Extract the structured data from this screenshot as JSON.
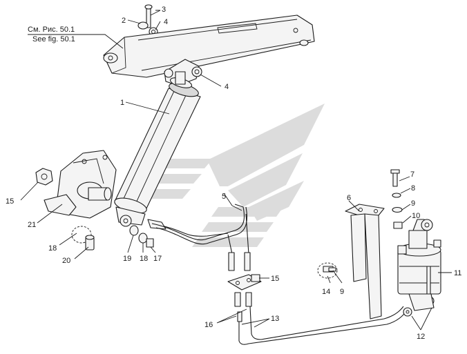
{
  "reference": {
    "ru": "См. Рис. 50.1",
    "en": "See fig. 50.1"
  },
  "callouts": {
    "c1": "1",
    "c2": "2",
    "c3": "3",
    "c4a": "4",
    "c4b": "4",
    "c5": "5",
    "c6": "6",
    "c7": "7",
    "c8": "8",
    "c9a": "9",
    "c9b": "9",
    "c10": "10",
    "c11": "11",
    "c12": "12",
    "c13": "13",
    "c14": "14",
    "c15a": "15",
    "c15b": "15",
    "c16": "16",
    "c17": "17",
    "c18a": "18",
    "c18b": "18",
    "c19": "19",
    "c20": "20",
    "c21": "21"
  }
}
